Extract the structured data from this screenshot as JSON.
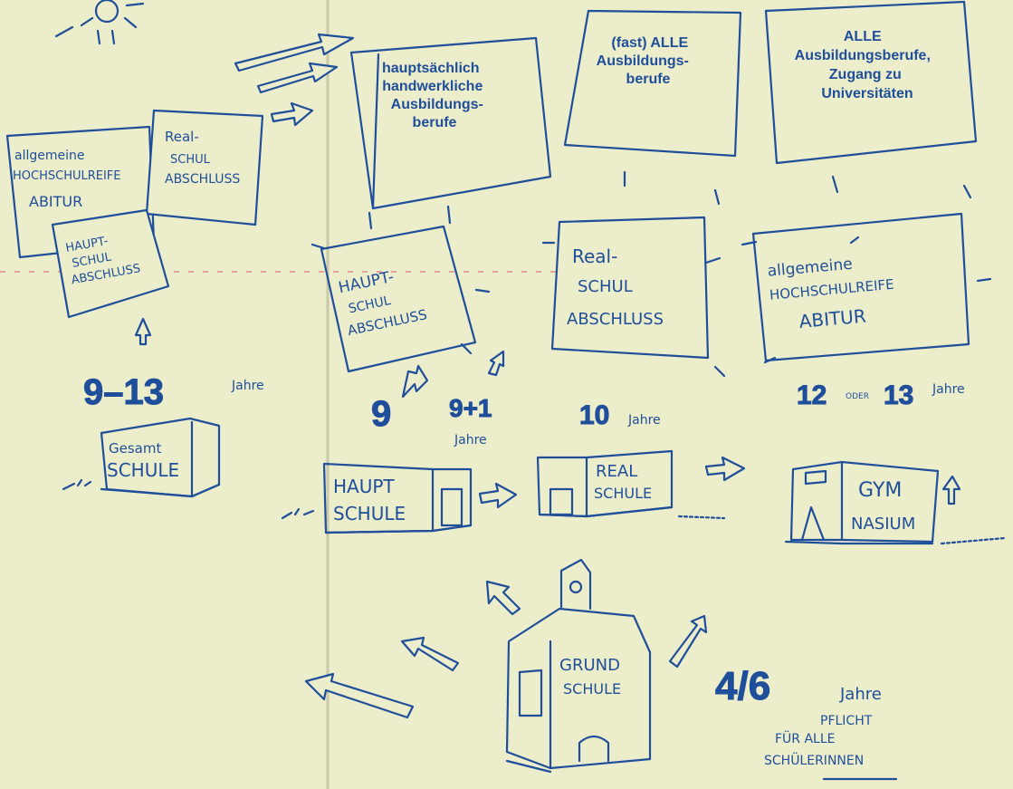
{
  "colors": {
    "background": "#ecedca",
    "ink": "#1f4e9b"
  },
  "outcomes": {
    "hauptschule_outcome": [
      "hauptsächlich",
      "handwerkliche",
      "Ausbildungs-",
      "berufe"
    ],
    "realschule_outcome": [
      "(fast) ALLE",
      "Ausbildungs-",
      "berufe"
    ],
    "gymnasium_outcome": [
      "ALLE",
      "Ausbildungsberufe,",
      "Zugang zu",
      "Universitäten"
    ]
  },
  "certificates": {
    "abitur": [
      "allgemeine",
      "HOCHSCHULREIFE",
      "ABITUR"
    ],
    "realschul": [
      "Real-",
      "SCHUL",
      "ABSCHLUSS"
    ],
    "hauptschul": [
      "HAUPT-",
      "SCHUL",
      "ABSCHLUSS"
    ]
  },
  "durations": {
    "gesamtschule_number": "9–13",
    "gesamtschule_unit": "Jahre",
    "hauptschule_number": "9",
    "hauptschule_plus": "9+1",
    "hauptschule_unit": "Jahre",
    "realschule_number": "10",
    "realschule_unit": "Jahre",
    "gymnasium_number_a": "12",
    "gymnasium_or": "ODER",
    "gymnasium_number_b": "13",
    "gymnasium_unit": "Jahre",
    "grundschule_number": "4/6",
    "grundschule_unit": "Jahre"
  },
  "schools": {
    "gesamtschule": [
      "Gesamt",
      "SCHULE"
    ],
    "hauptschule": [
      "HAUPT",
      "SCHULE"
    ],
    "realschule": [
      "REAL",
      "SCHULE"
    ],
    "gymnasium": [
      "GYM",
      "NASIUM"
    ],
    "grundschule": [
      "GRUND",
      "SCHULE"
    ]
  },
  "note": [
    "PFLICHT",
    "FÜR ALLE",
    "SCHÜLERINNEN"
  ]
}
